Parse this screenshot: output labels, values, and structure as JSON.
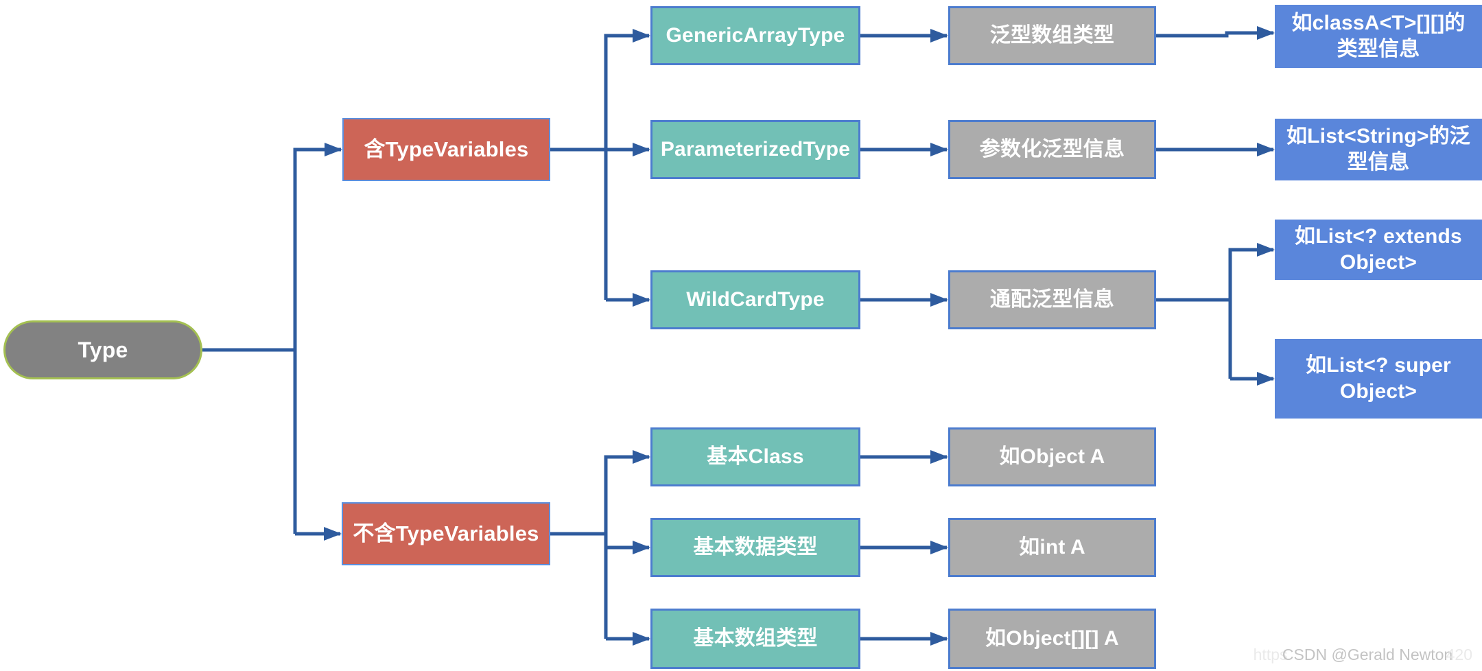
{
  "diagram": {
    "root": {
      "label": "Type"
    },
    "group_with": {
      "label": "含TypeVariables",
      "children": [
        {
          "name": "GenericArrayType",
          "desc": "泛型数组类型",
          "example_line1": "如classA<T>[][]的",
          "example_line2": "类型信息"
        },
        {
          "name": "ParameterizedType",
          "desc": "参数化泛型信息",
          "example_line1": "如List<String>的泛",
          "example_line2": "型信息"
        },
        {
          "name": "WildCardType",
          "desc": "通配泛型信息",
          "examples": [
            {
              "line1": "如List<? extends",
              "line2": "Object>"
            },
            {
              "line1": "如List<? super",
              "line2": "Object>"
            }
          ]
        }
      ]
    },
    "group_without": {
      "label": "不含TypeVariables",
      "children": [
        {
          "name": "基本Class",
          "desc": "如Object A"
        },
        {
          "name": "基本数据类型",
          "desc": "如int A"
        },
        {
          "name": "基本数组类型",
          "desc": "如Object[][] A"
        }
      ]
    }
  },
  "colors": {
    "connector": "#2E5B9E",
    "root_fill": "#828282",
    "root_border": "#A4C052",
    "branch_fill": "#CD6557",
    "type_fill": "#72C0B6",
    "desc_fill": "#ACACAC",
    "example_fill": "#5A86DB",
    "node_border": "#4C7CCE"
  },
  "watermark": {
    "faint_prefix": "https",
    "text": "CSDN @Gerald Newton",
    "faint_suffix": "420"
  }
}
